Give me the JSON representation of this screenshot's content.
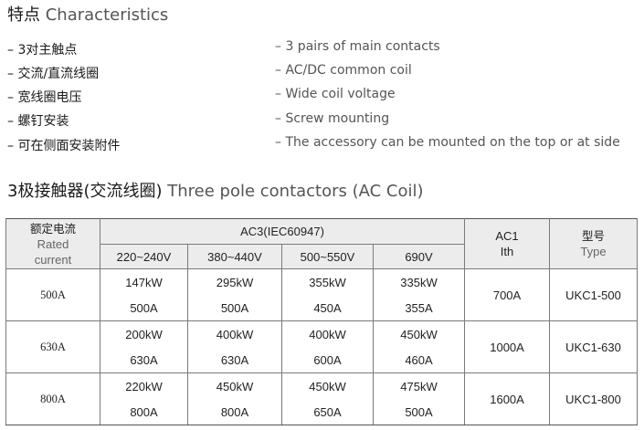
{
  "section1": {
    "title_cn": "特点",
    "title_en": "Characteristics"
  },
  "features": [
    {
      "cn": "– 3对主触点",
      "en": "– 3 pairs of main contacts"
    },
    {
      "cn": "– 交流/直流线圈",
      "en": "– AC/DC common coil"
    },
    {
      "cn": "– 宽线圈电压",
      "en": "– Wide coil voltage"
    },
    {
      "cn": "– 螺钉安装",
      "en": "– Screw mounting"
    },
    {
      "cn": "– 可在侧面安装附件",
      "en": "– The accessory can be mounted on the top or at side"
    }
  ],
  "section2": {
    "title_cn": "3极接触器(交流线圈)",
    "title_en": "Three pole contactors (AC Coil)"
  },
  "table": {
    "rated_cn": "额定电流",
    "rated_en1": "Rated",
    "rated_en2": "current",
    "ac3": "AC3(IEC60947)",
    "voltages": [
      "220~240V",
      "380~440V",
      "500~550V",
      "690V"
    ],
    "ac1": "AC1",
    "ith": "Ith",
    "type_cn": "型号",
    "type_en": "Type",
    "rows": [
      {
        "rated": "500A",
        "kw": [
          "147kW",
          "295kW",
          "355kW",
          "335kW"
        ],
        "amps": [
          "500A",
          "500A",
          "450A",
          "355A"
        ],
        "ac1": "700A",
        "type": "UKC1-500"
      },
      {
        "rated": "630A",
        "kw": [
          "200kW",
          "400kW",
          "400kW",
          "450kW"
        ],
        "amps": [
          "630A",
          "630A",
          "600A",
          "460A"
        ],
        "ac1": "1000A",
        "type": "UKC1-630"
      },
      {
        "rated": "800A",
        "kw": [
          "220kW",
          "450kW",
          "450kW",
          "475kW"
        ],
        "amps": [
          "800A",
          "800A",
          "650A",
          "500A"
        ],
        "ac1": "1600A",
        "type": "UKC1-800"
      }
    ]
  }
}
